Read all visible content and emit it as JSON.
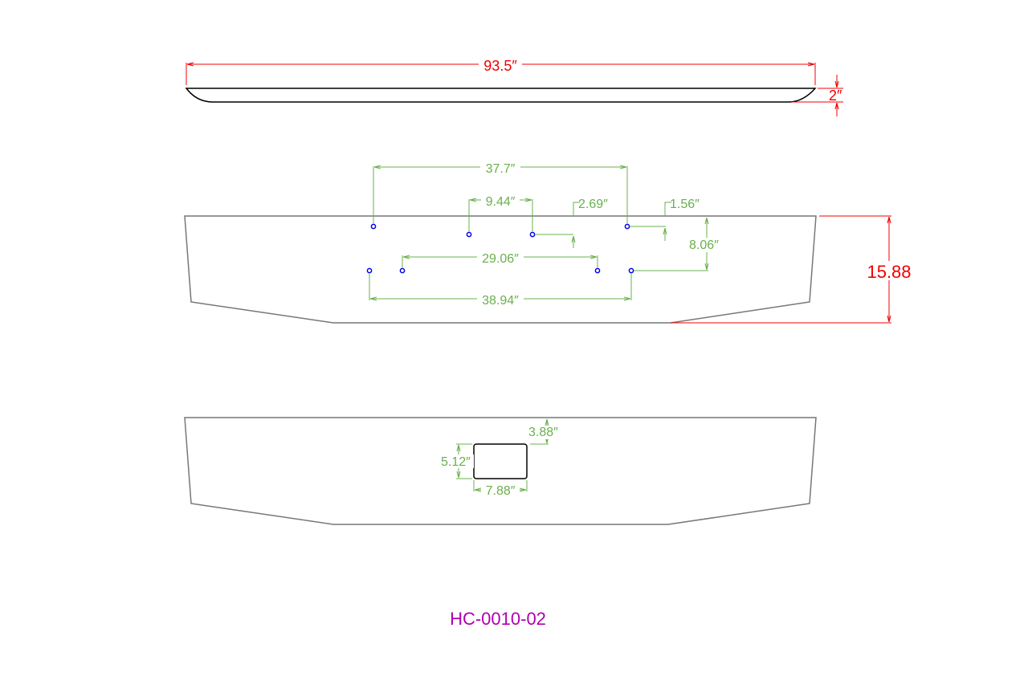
{
  "drawing": {
    "part_number": "HC-0010-02",
    "colors": {
      "dimension": "#6ab04c",
      "overall_dimension": "#f00000",
      "holes": "#0000ee",
      "title": "#b000b0",
      "outline": "#777777"
    },
    "top_view": {
      "length": "93.5″",
      "thickness": "2″"
    },
    "front_view": {
      "height": "15.88",
      "dims": {
        "d37_7": "37.7″",
        "d9_44": "9.44″",
        "d2_69": "2.69″",
        "d1_56": "1.56″",
        "d8_06": "8.06″",
        "d29_06": "29.06″",
        "d38_94": "38.94″"
      }
    },
    "back_view": {
      "cutout": {
        "top_offset": "3.88″",
        "height": "5.12″",
        "width": "7.88″"
      }
    }
  }
}
